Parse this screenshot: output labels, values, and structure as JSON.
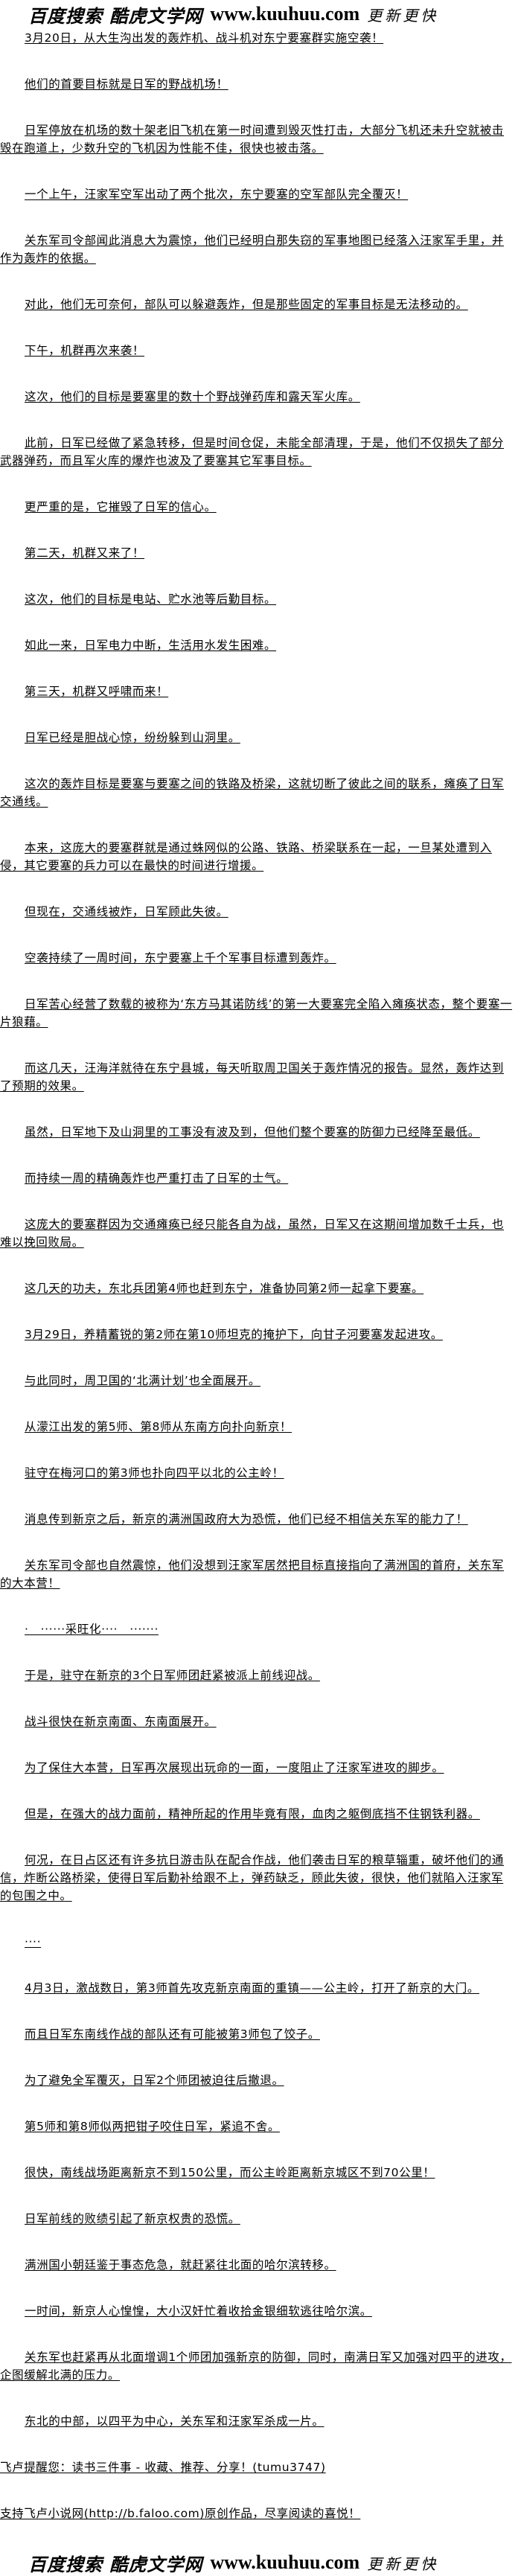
{
  "header_logo": {
    "cn_left": "百度搜索 酷虎文学网",
    "url": "www.kuuhuu.com",
    "tagline": "更新更快"
  },
  "paragraphs": [
    "3月20日，从大生沟出发的轰炸机、战斗机对东宁要塞群实施空袭！",
    "他们的首要目标就是日军的野战机场！",
    "日军停放在机场的数十架老旧飞机在第一时间遭到毁灭性打击，大部分飞机还未升空就被击毁在跑道上，少数升空的飞机因为性能不佳，很快也被击落。",
    "一个上午，汪家军空军出动了两个批次，东宁要塞的空军部队完全覆灭！",
    "关东军司令部闻此消息大为震惊，他们已经明白那失窃的军事地图已经落入汪家军手里，并作为轰炸的依据。",
    "对此，他们无可奈何，部队可以躲避轰炸，但是那些固定的军事目标是无法移动的。",
    "下午，机群再次来袭！",
    "这次，他们的目标是要塞里的数十个野战弹药库和露天军火库。",
    "此前，日军已经做了紧急转移，但是时间仓促，未能全部清理，于是，他们不仅损失了部分武器弹药，而且军火库的爆炸也波及了要塞其它军事目标。",
    "更严重的是，它摧毁了日军的信心。",
    "第二天，机群又来了！",
    "这次，他们的目标是电站、贮水池等后勤目标。",
    "如此一来，日军电力中断，生活用水发生困难。",
    "第三天，机群又呼啸而来！",
    "日军已经是胆战心惊，纷纷躲到山洞里。",
    "这次的轰炸目标是要塞与要塞之间的铁路及桥梁，这就切断了彼此之间的联系，瘫痪了日军交通线。",
    "本来，这庞大的要塞群就是通过蛛网似的公路、铁路、桥梁联系在一起，一旦某处遭到入侵，其它要塞的兵力可以在最快的时间进行增援。",
    "但现在，交通线被炸，日军顾此失彼。",
    "空袭持续了一周时间，东宁要塞上千个军事目标遭到轰炸。",
    "日军苦心经营了数载的被称为‘东方马其诺防线’的第一大要塞完全陷入瘫痪状态，整个要塞一片狼藉。",
    "而这几天，汪海洋就待在东宁县城，每天听取周卫国关于轰炸情况的报告。显然，轰炸达到了预期的效果。",
    "虽然，日军地下及山洞里的工事没有波及到，但他们整个要塞的防御力已经降至最低。",
    "而持续一周的精确轰炸也严重打击了日军的士气。",
    "这庞大的要塞群因为交通瘫痪已经只能各自为战，虽然，日军又在这期间增加数千士兵，也难以挽回败局。",
    "这几天的功夫，东北兵团第4师也赶到东宁，准备协同第2师一起拿下要塞。",
    "3月29日，养精蓄锐的第2师在第10师坦克的掩护下，向甘子河要塞发起进攻。",
    "与此同时，周卫国的‘北满计划’也全面展开。",
    "从濛江出发的第5师、第8师从东南方向扑向新京！",
    "驻守在梅河口的第3师也扑向四平以北的公主岭！",
    "消息传到新京之后，新京的满洲国政府大为恐慌，他们已经不相信关东军的能力了！",
    "关东军司令部也自然震惊，他们没想到汪家军居然把目标直接指向了满洲国的首府，关东军的大本营！",
    "·　······采旺化····　·······",
    "于是，驻守在新京的3个日军师团赶紧被派上前线迎战。",
    "战斗很快在新京南面、东南面展开。",
    "为了保住大本营，日军再次展现出玩命的一面，一度阻止了汪家军进攻的脚步。",
    "但是，在强大的战力面前，精神所起的作用毕竟有限，血肉之躯倒底挡不住钢铁利器。",
    "何况，在日占区还有许多抗日游击队在配合作战，他们袭击日军的粮草辎重，破坏他们的通信，炸断公路桥梁，使得日军后勤补给跟不上，弹药缺乏，顾此失彼，很快，他们就陷入汪家军的包围之中。",
    "····",
    "4月3日，激战数日，第3师首先攻克新京南面的重镇——公主岭，打开了新京的大门。",
    "而且日军东南线作战的部队还有可能被第3师包了饺子。",
    "为了避免全军覆灭，日军2个师团被迫往后撤退。",
    "第5师和第8师似两把钳子咬住日军，紧追不舍。",
    "很快，南线战场距离新京不到150公里，而公主岭距离新京城区不到70公里！",
    "日军前线的败绩引起了新京权贵的恐慌。",
    "满洲国小朝廷鉴于事态危急，就赶紧往北面的哈尔滨转移。",
    "一时间，新京人心惶惶，大小汉奸忙着收拾金银细软逃往哈尔滨。",
    "关东军也赶紧再从北面增调1个师团加强新京的防御，同时，南满日军又加强对四平的进攻，企图缓解北满的压力。",
    "东北的中部，以四平为中心，关东军和汪家军杀成一片。"
  ],
  "footer": {
    "reminder": "飞卢提醒您：读书三件事 - 收藏、推荐、分享！(tumu3747)",
    "support": "支持飞卢小说网(http://b.faloo.com)原创作品，尽享阅读的喜悦！"
  },
  "footer_logo": {
    "cn_left": "百度搜索 酷虎文学网",
    "url": "www.kuuhuu.com",
    "tagline": "更新更快"
  }
}
